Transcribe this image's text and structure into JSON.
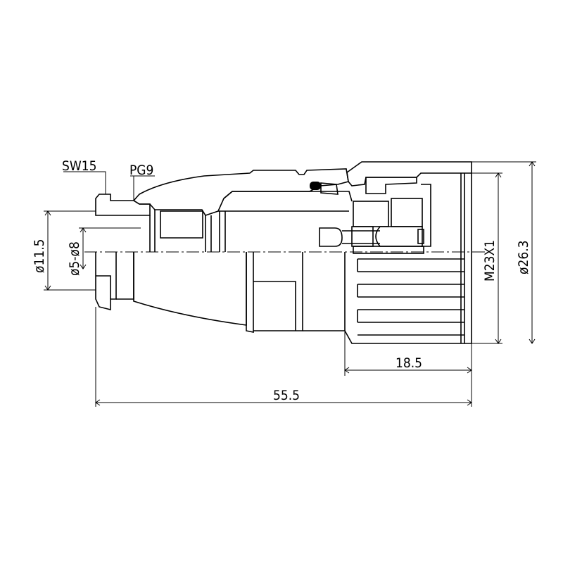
{
  "labels": {
    "sw": "SW15",
    "pg": "PG9",
    "dia_cable_outer": "ø11.5",
    "dia_cable_range": "ø5-ø8",
    "thread": "M23X1",
    "dia_body": "ø26.3",
    "len_coupling": "18.5",
    "len_total": "55.5"
  }
}
